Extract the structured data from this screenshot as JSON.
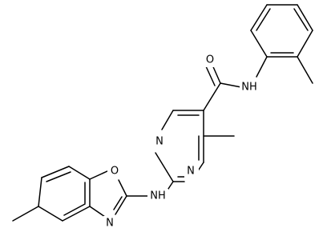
{
  "molecule": {
    "atoms": {
      "O_carbonyl": "O",
      "N_amide": "NH",
      "N_pyr_top": "N",
      "N_pyr_bottom": "N",
      "N_amine": "NH",
      "N_oxazole": "N",
      "O_oxazole": "O"
    }
  },
  "colors": {
    "bond": "#000000",
    "label": "#000000",
    "background": "#ffffff"
  }
}
